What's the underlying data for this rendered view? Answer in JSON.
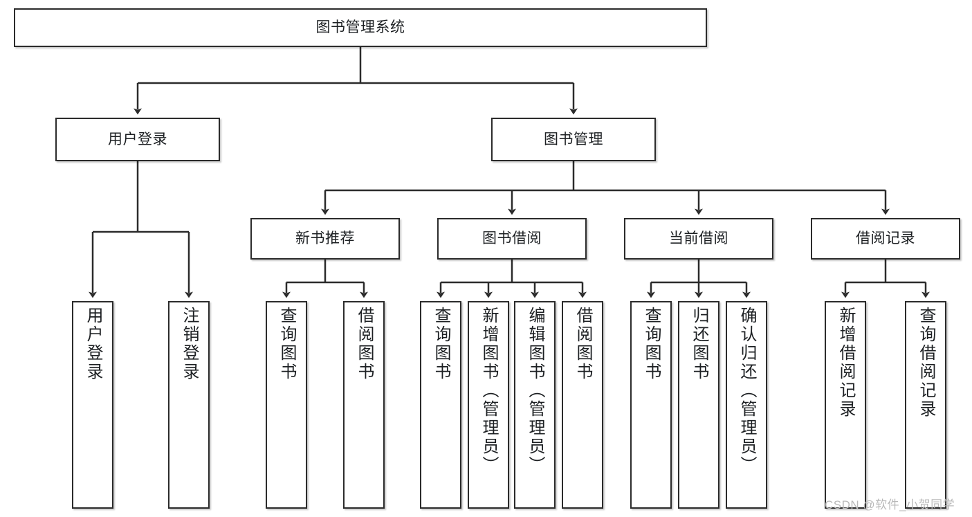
{
  "diagram": {
    "title": "图书管理系统",
    "type": "tree-hierarchy",
    "stroke_color": "#2b2b2b",
    "text_color": "#1d2023",
    "background_color": "#ffffff"
  },
  "nodes": {
    "root": {
      "label": "图书管理系统"
    },
    "level2": [
      {
        "id": "user-login",
        "label": "用户登录"
      },
      {
        "id": "book-manage",
        "label": "图书管理"
      }
    ],
    "level3": [
      {
        "id": "new-book-recommend",
        "label": "新书推荐"
      },
      {
        "id": "book-borrow",
        "label": "图书借阅"
      },
      {
        "id": "current-borrow",
        "label": "当前借阅"
      },
      {
        "id": "borrow-record",
        "label": "借阅记录"
      }
    ],
    "leaves": {
      "user_login": [
        {
          "id": "leaf-user-login",
          "label": "用户登录"
        },
        {
          "id": "leaf-logout-login",
          "label": "注销登录"
        }
      ],
      "new_book_recommend": [
        {
          "id": "leaf-query-book-1",
          "label": "查询图书"
        },
        {
          "id": "leaf-borrow-book-1",
          "label": "借阅图书"
        }
      ],
      "book_borrow": [
        {
          "id": "leaf-query-book-2",
          "label": "查询图书"
        },
        {
          "id": "leaf-add-book",
          "label": "新增图书（管理员）"
        },
        {
          "id": "leaf-edit-book",
          "label": "编辑图书（管理员）"
        },
        {
          "id": "leaf-borrow-book-2",
          "label": "借阅图书"
        }
      ],
      "current_borrow": [
        {
          "id": "leaf-query-book-3",
          "label": "查询图书"
        },
        {
          "id": "leaf-return-book",
          "label": "归还图书"
        },
        {
          "id": "leaf-confirm-return",
          "label": "确认归还（管理员）"
        }
      ],
      "borrow_record": [
        {
          "id": "leaf-add-record",
          "label": "新增借阅记录"
        },
        {
          "id": "leaf-query-record",
          "label": "查询借阅记录"
        }
      ]
    }
  },
  "watermark": {
    "text": "CSDN @软件_小贺同学"
  }
}
